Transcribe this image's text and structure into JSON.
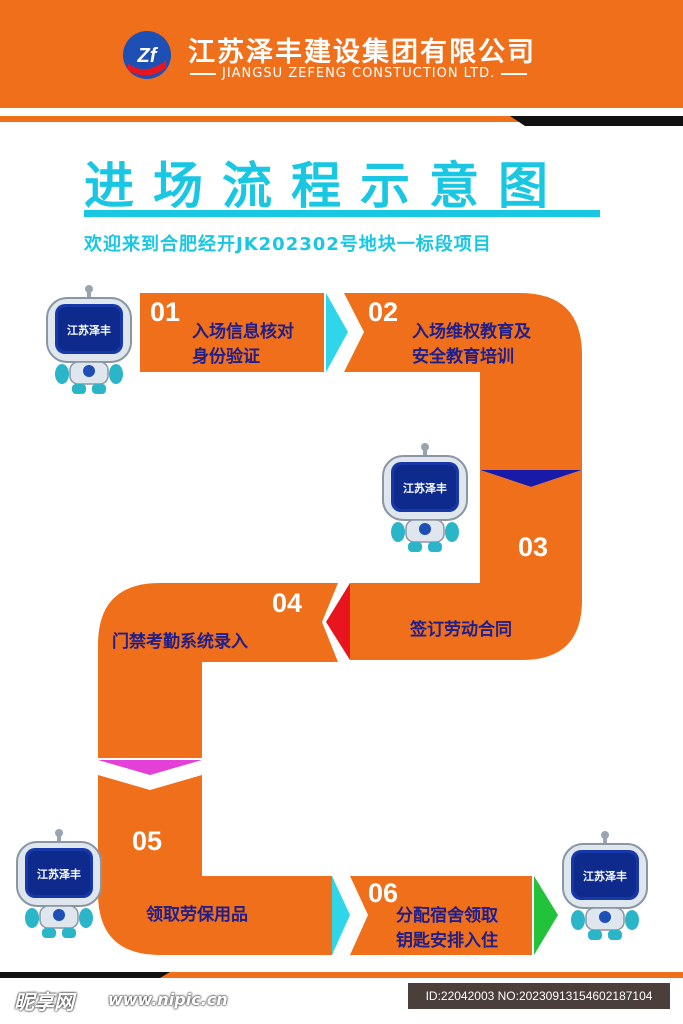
{
  "company": {
    "name_cn": "江苏泽丰建设集团有限公司",
    "name_en": "JIANGSU ZEFENG CONSTUCTION LTD.",
    "logo_text": "Zf"
  },
  "poster": {
    "title": "进场流程示意图",
    "subtitle": "欢迎来到合肥经开JK202302号地块一标段项目"
  },
  "mascot": {
    "screen_text": "江苏泽丰"
  },
  "steps": [
    {
      "number": "01",
      "line1": "入场信息核对",
      "line2": "身份验证"
    },
    {
      "number": "02",
      "line1": "入场维权教育及",
      "line2": "安全教育培训"
    },
    {
      "number": "03",
      "line1": "签订劳动合同",
      "line2": ""
    },
    {
      "number": "04",
      "line1": "门禁考勤系统录入",
      "line2": ""
    },
    {
      "number": "05",
      "line1": "领取劳保用品",
      "line2": ""
    },
    {
      "number": "06",
      "line1": "分配宿舍领取",
      "line2": "钥匙安排入住"
    }
  ],
  "footer": {
    "watermark": "昵享网",
    "watermark_url": "www.nipic.cn",
    "image_id": "ID:22042003 NO:20230913154602187104"
  },
  "colors": {
    "orange": "#ef6f1b",
    "cyan": "#19c7e3",
    "navy": "#1e1e8c",
    "arrow_cyan": "#2fd6ea",
    "arrow_navy": "#1a1aa8",
    "arrow_red": "#e8141e",
    "arrow_magenta": "#e43fd6",
    "arrow_green": "#22c33a"
  }
}
